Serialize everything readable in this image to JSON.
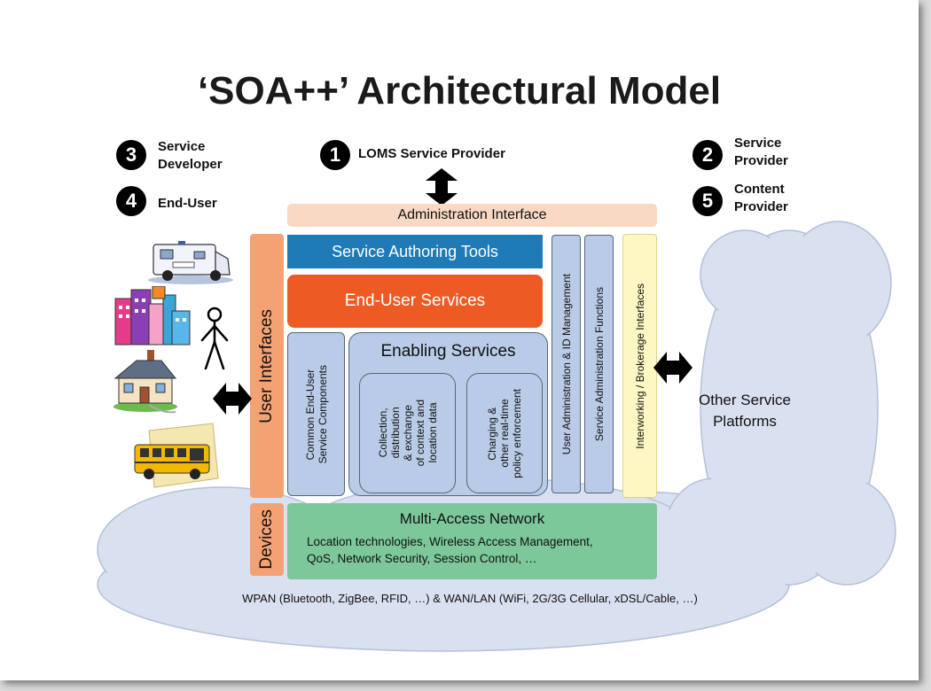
{
  "title": "‘SOA++’ Architectural Model",
  "roles": [
    {
      "number": "1",
      "label": "LOMS Service Provider"
    },
    {
      "number": "2",
      "label": "Service\nProvider"
    },
    {
      "number": "3",
      "label": "Service\nDeveloper"
    },
    {
      "number": "4",
      "label": "End-User"
    },
    {
      "number": "5",
      "label": "Content\nProvider"
    }
  ],
  "blocks": {
    "admin_interface": "Administration Interface",
    "authoring_tools": "Service Authoring Tools",
    "end_user_services": "End-User Services",
    "user_interfaces": "User Interfaces",
    "devices": "Devices",
    "common_components": "Common End-User\nService Components",
    "enabling_services": "Enabling Services",
    "collection": "Collection,\ndistribution\n& exchange\nof context and\nlocation data",
    "charging": "Charging &\nother real-time\npolicy enforcement",
    "user_admin": "User Administration & ID Management",
    "service_admin": "Service Administration Functions",
    "interworking": "Interworking / Brokerage Interfaces",
    "network_title": "Multi-Access Network",
    "network_detail": "Location technologies, Wireless Access Management,\nQoS, Network Security, Session Control, …",
    "other_platforms": "Other Service\nPlatforms",
    "access_footer": "WPAN (Bluetooth, ZigBee, RFID, …) & WAN/LAN (WiFi, 2G/3G Cellular, xDSL/Cable, …)"
  },
  "colors": {
    "authoring": "#1f7bb8",
    "end_user": "#ee5a24",
    "user_interfaces": "#f4a274",
    "admin_interface": "#f9d9c3",
    "network": "#7cc89a",
    "service_column": "#b9cbe6",
    "interworking": "#fdf7c3",
    "cloud": "#d7deee"
  },
  "icons": [
    "ambulance-icon",
    "office-buildings-icon",
    "stick-figure-person-icon",
    "house-icon",
    "school-bus-icon",
    "double-arrow-icon"
  ]
}
